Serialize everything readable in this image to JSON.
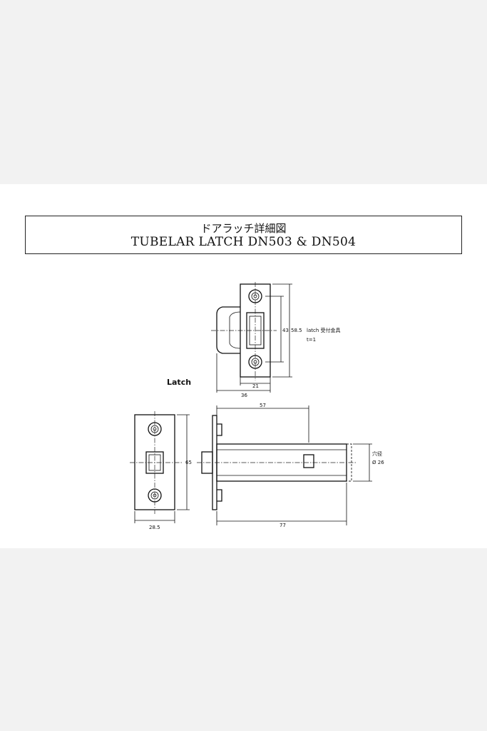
{
  "title": {
    "jp": "ドアラッチ詳細図",
    "en": "TUBELAR LATCH  DN503 & DN504"
  },
  "latch_label": "Latch",
  "strike": {
    "note_line1": "latch 受付金具",
    "note_line2": "t=1",
    "dim_height_outer": "58.5",
    "dim_height_inner": "43",
    "dim_width_inner": "21",
    "dim_width_total": "36"
  },
  "faceplate": {
    "dim_height": "65",
    "dim_width": "28.5"
  },
  "body": {
    "dim_backset": "57",
    "dim_length": "77",
    "hole_label": "穴径",
    "hole_dia": "Ø 26"
  }
}
